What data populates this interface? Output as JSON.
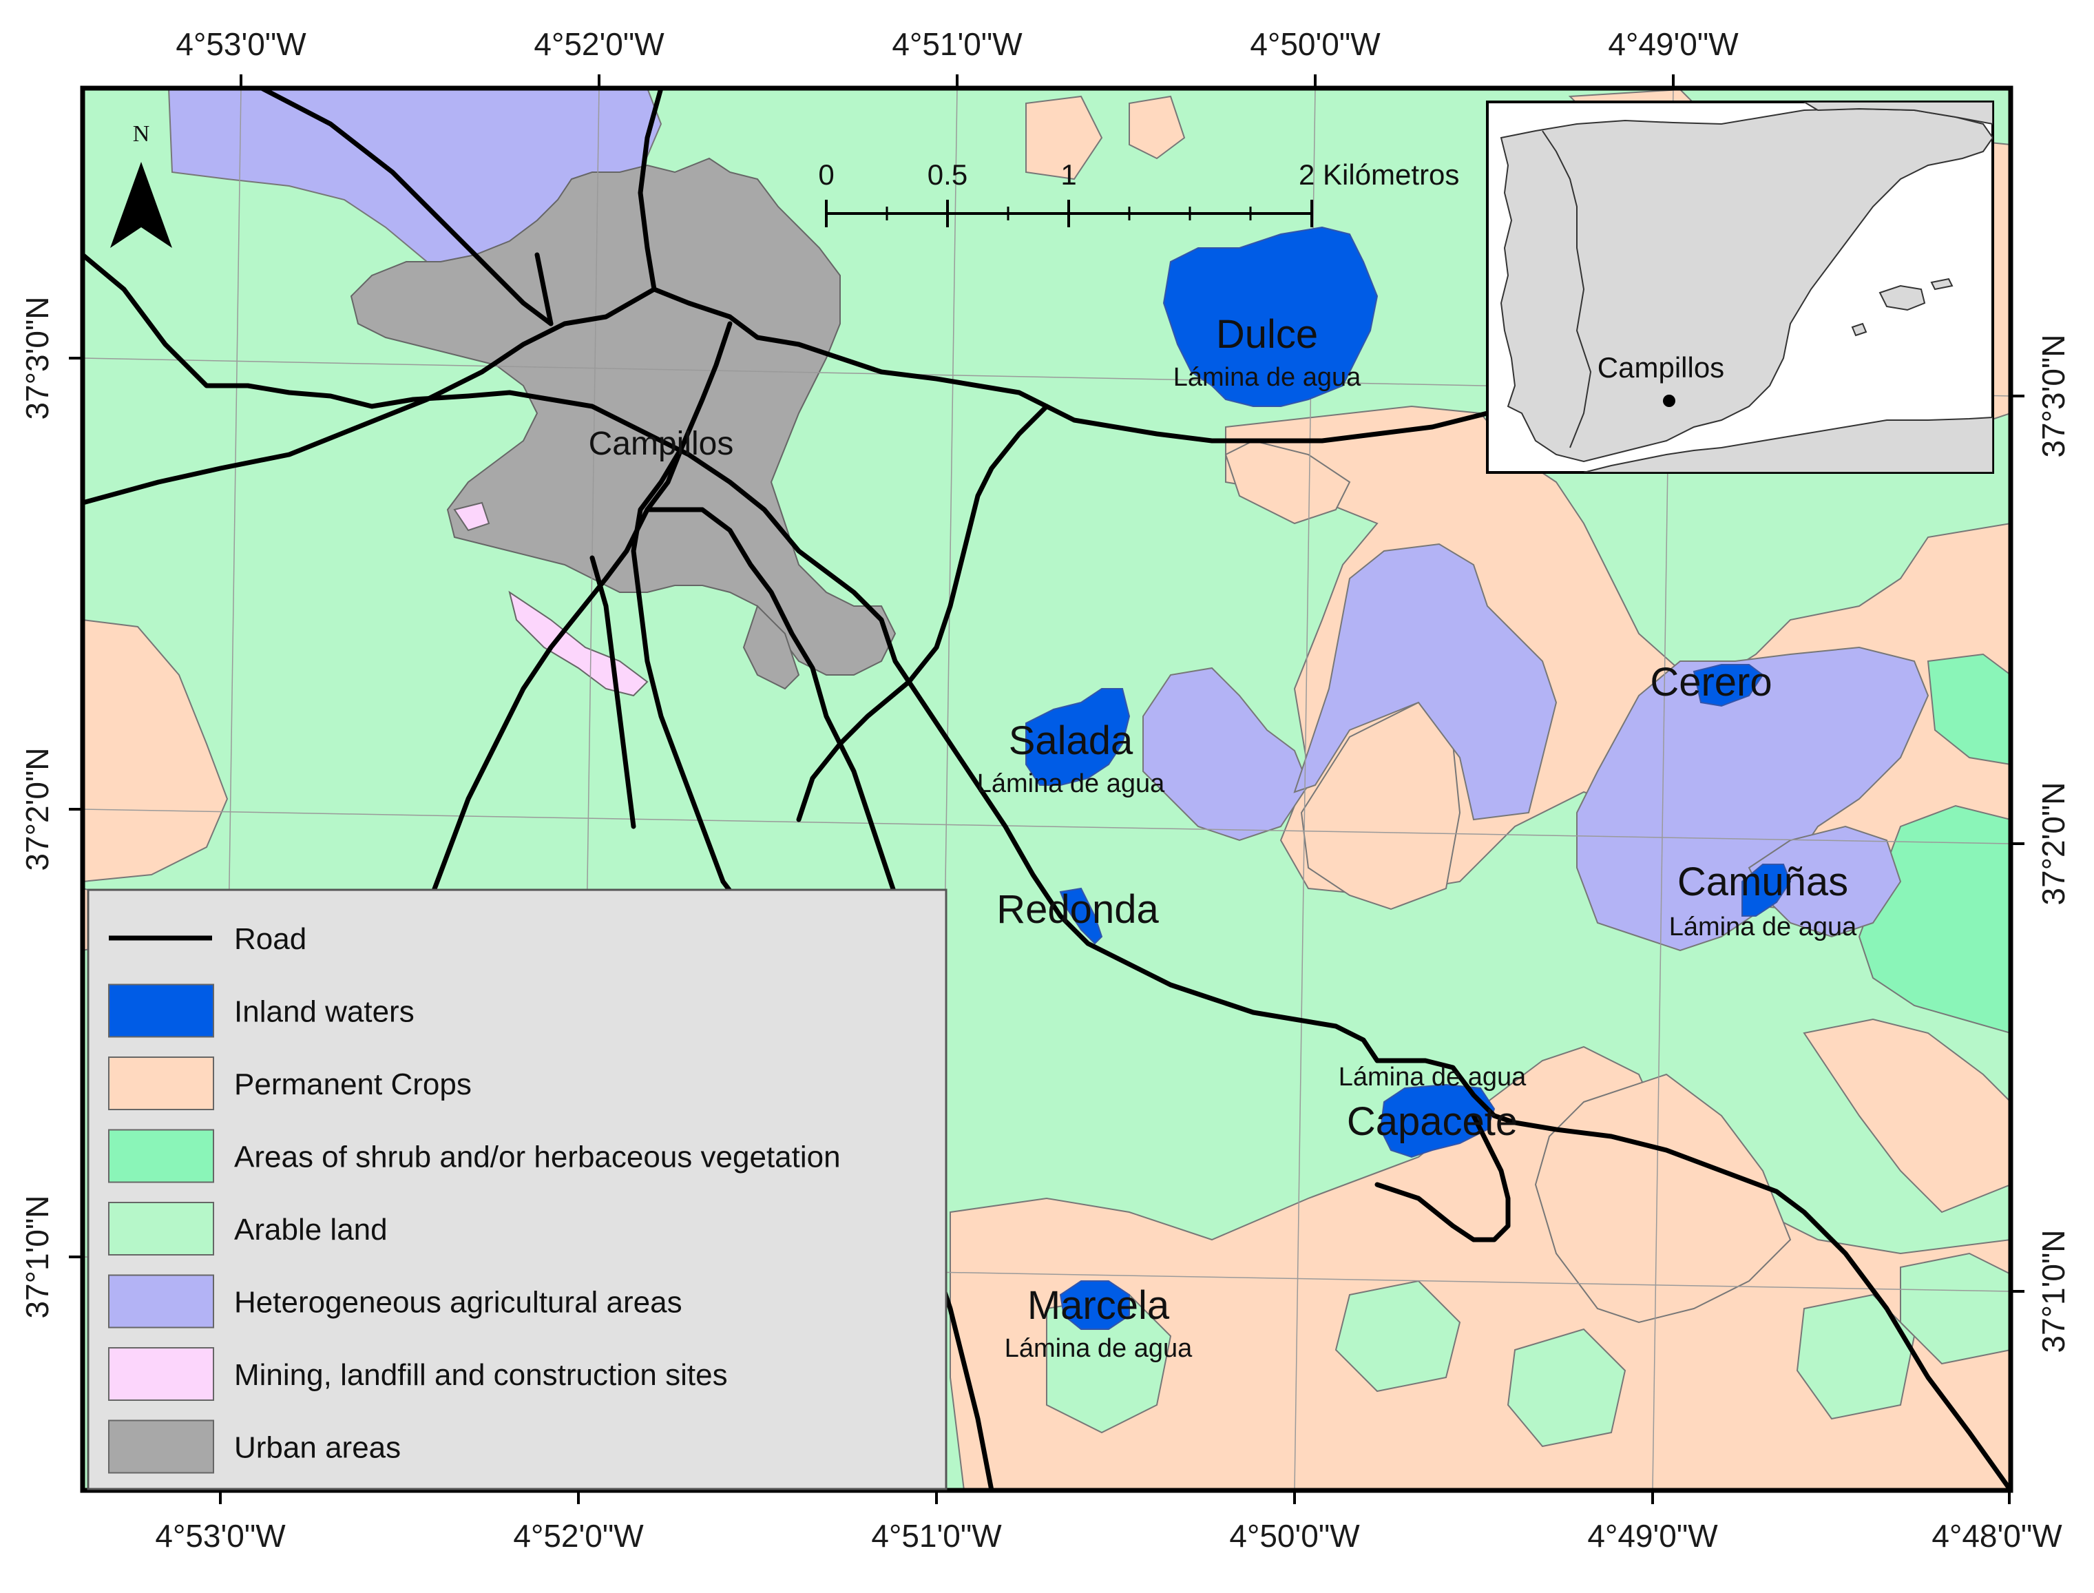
{
  "colors": {
    "road": "#000000",
    "inland_waters": "#005ce6",
    "permanent_crops": "#ffd9bf",
    "shrub": "#8af5b8",
    "arable": "#b6f7c9",
    "heterogeneous": "#b3b3f5",
    "mining": "#fcd6fc",
    "urban": "#a8a8a8",
    "inset_land": "#d9d9d9",
    "legend_bg": "#e1e1e1"
  },
  "graticule": {
    "top_labels": [
      "4°53'0\"W",
      "4°52'0\"W",
      "4°51'0\"W",
      "4°50'0\"W",
      "4°49'0\"W"
    ],
    "bottom_labels": [
      "4°53'0\"W",
      "4°52'0\"W",
      "4°51'0\"W",
      "4°50'0\"W",
      "4°49'0\"W",
      "4°48'0\"W"
    ],
    "left_labels": [
      "37°3'0\"N",
      "37°2'0\"N",
      "37°1'0\"N"
    ],
    "right_labels": [
      "37°3'0\"N",
      "37°2'0\"N",
      "37°1'0\"N"
    ]
  },
  "north_arrow": {
    "label": "N"
  },
  "scale_bar": {
    "ticks": [
      "0",
      "0.5",
      "1",
      "2 Kilómetros"
    ]
  },
  "town": {
    "name": "Campillos"
  },
  "lakes": [
    {
      "name": "Dulce",
      "sub": "Lámina de agua"
    },
    {
      "name": "Salada",
      "sub": "Lámina de agua"
    },
    {
      "name": "Redonda",
      "sub": ""
    },
    {
      "name": "Cerero",
      "sub": ""
    },
    {
      "name": "Camuñas",
      "sub": "Lámina de agua"
    },
    {
      "name": "Capacete",
      "sub": "Lámina de agua"
    },
    {
      "name": "Marcela",
      "sub": "Lámina de agua"
    }
  ],
  "inset": {
    "label": "Campillos"
  },
  "legend": {
    "items": [
      {
        "label": "Road",
        "kind": "line",
        "color_key": "road"
      },
      {
        "label": "Inland waters",
        "kind": "box",
        "color_key": "inland_waters"
      },
      {
        "label": "Permanent Crops",
        "kind": "box",
        "color_key": "permanent_crops"
      },
      {
        "label": "Areas of shrub and/or herbaceous vegetation",
        "kind": "box",
        "color_key": "shrub"
      },
      {
        "label": "Arable land",
        "kind": "box",
        "color_key": "arable"
      },
      {
        "label": "Heterogeneous agricultural areas",
        "kind": "box",
        "color_key": "heterogeneous"
      },
      {
        "label": "Mining, landfill and construction sites",
        "kind": "box",
        "color_key": "mining"
      },
      {
        "label": "Urban areas",
        "kind": "box",
        "color_key": "urban"
      }
    ]
  }
}
